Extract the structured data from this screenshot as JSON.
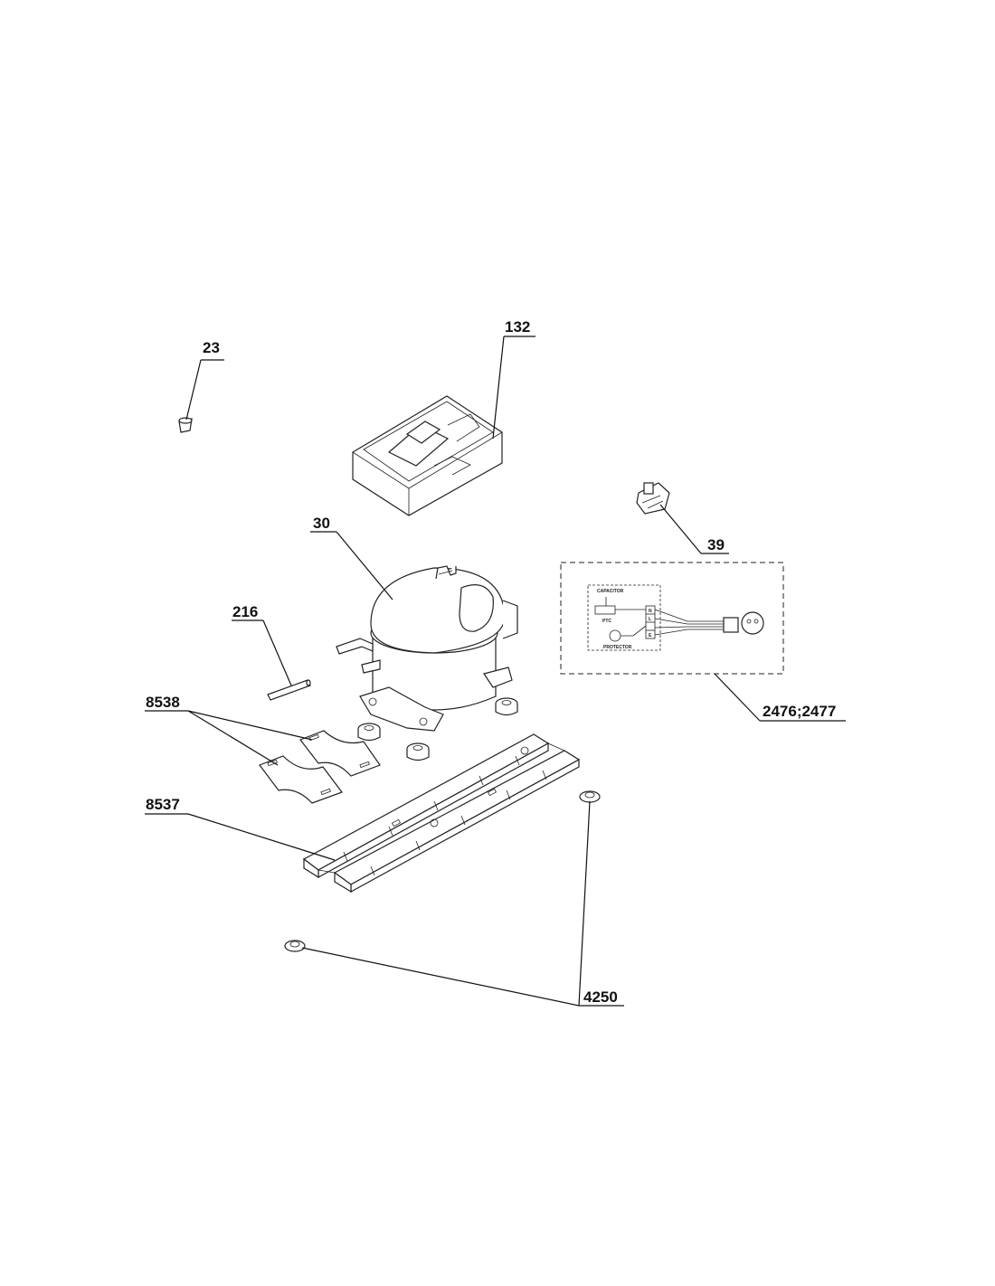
{
  "callouts": {
    "c23": "23",
    "c132": "132",
    "c39": "39",
    "c30": "30",
    "c216": "216",
    "c8538": "8538",
    "c2476": "2476;2477",
    "c8537": "8537",
    "c4250": "4250"
  },
  "wiring": {
    "capacitor": "CAPACITOR",
    "ptc": "PTC",
    "protector": "PROTECTOR",
    "terminal_n": "N",
    "terminal_l": "L",
    "terminal_e": "E"
  },
  "colors": {
    "line": "#111111",
    "background": "#ffffff"
  }
}
